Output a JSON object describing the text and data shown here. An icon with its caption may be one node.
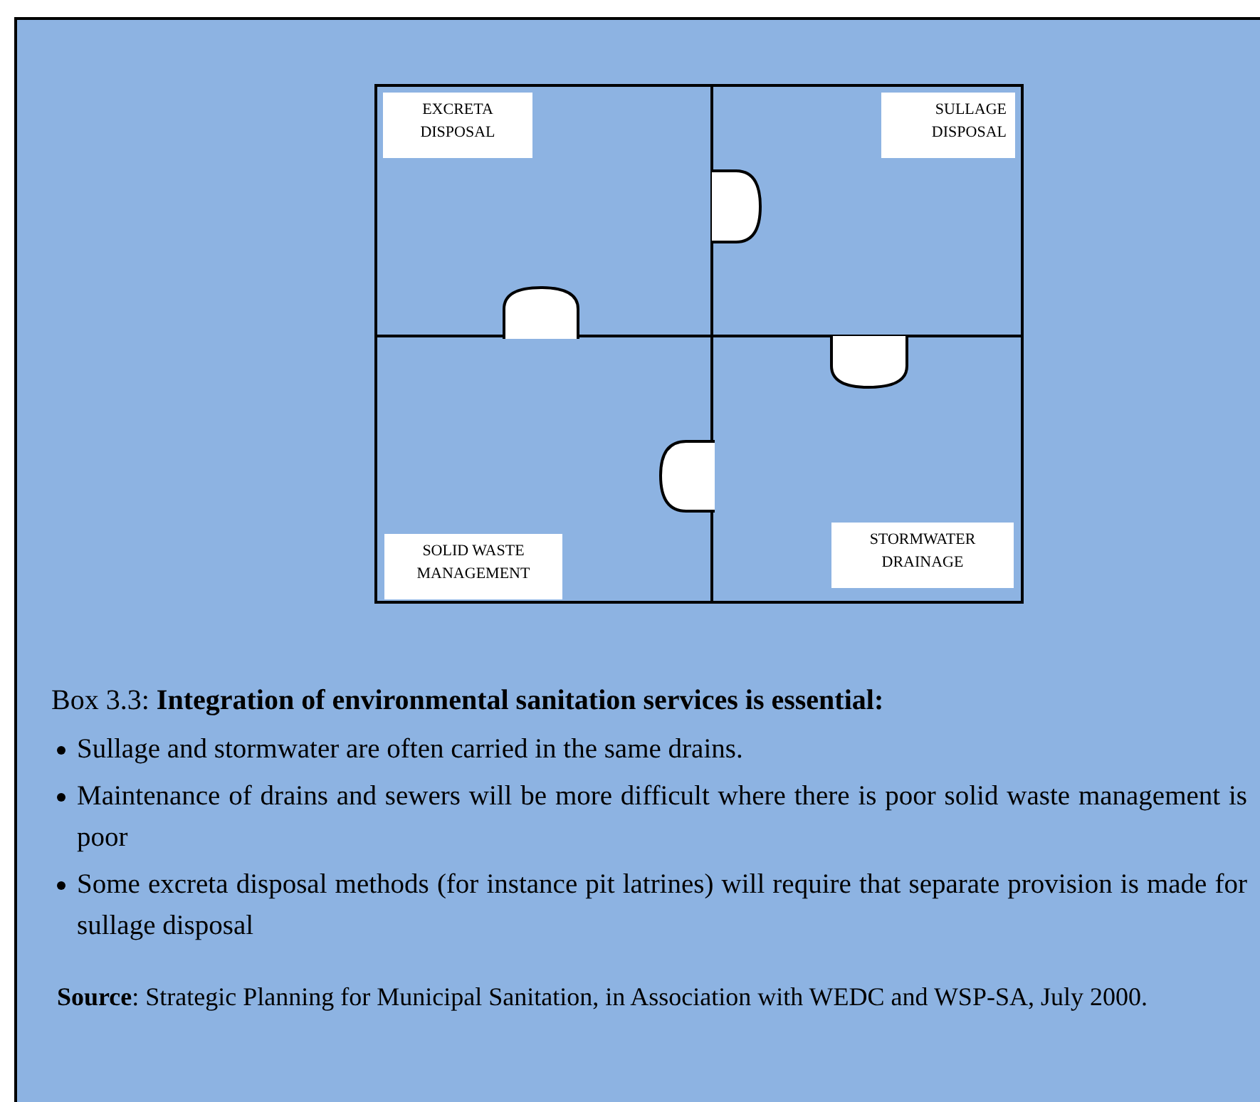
{
  "diagram": {
    "caption": "Box 3.3: **Integration of environmental sanitation services is essential:**",
    "nodes": [
      {
        "text": [
          "EXCRETA DISPOSAL"
        ]
      },
      {
        "text": [
          "SULLAGE DISPOSAL"
        ]
      },
      {
        "text": [
          "SOLID WASTE MANAGEMENT"
        ]
      },
      {
        "text": [
          "STORMWATER DRAINAGE"
        ]
      }
    ],
    "labels": [
      "Sullage and stormwater are often carried in the same drains.",
      "Maintenance of drains and sewers will be more difficult where there is poor solid waste management is poor",
      "Some excreta disposal methods (for instance pit latrines) will require that separate provision is made for sullage disposal",
      "**Source**: Strategic Planning for Municipal Sanitation, in Association with WEDC and WSP-SA, July 2000."
    ]
  }
}
